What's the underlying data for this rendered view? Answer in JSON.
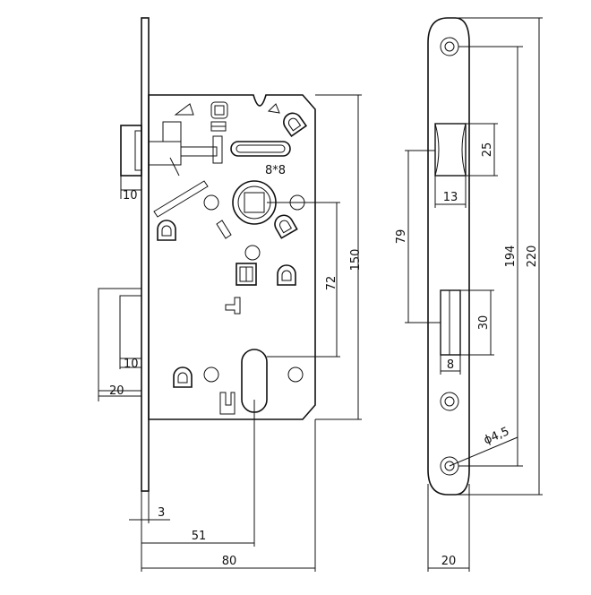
{
  "diagram": {
    "colors": {
      "line": "#111111",
      "background": "#ffffff"
    },
    "front_view": {
      "dimensions": {
        "latch_depth": "10",
        "spindle_square": "8*8",
        "height_150": "150",
        "center_72": "72",
        "bolt_inner": "10",
        "bolt_throw": "20",
        "faceplate_thickness": "3",
        "backset": "51",
        "case_width": "80"
      }
    },
    "side_view": {
      "dimensions": {
        "latch_height": "25",
        "latch_width": "13",
        "hole_spacing": "194",
        "total_length": "220",
        "center_distance": "79",
        "bolt_height": "30",
        "bolt_width": "8",
        "hole_diameter": "ϕ4,5",
        "plate_width": "20"
      }
    }
  }
}
